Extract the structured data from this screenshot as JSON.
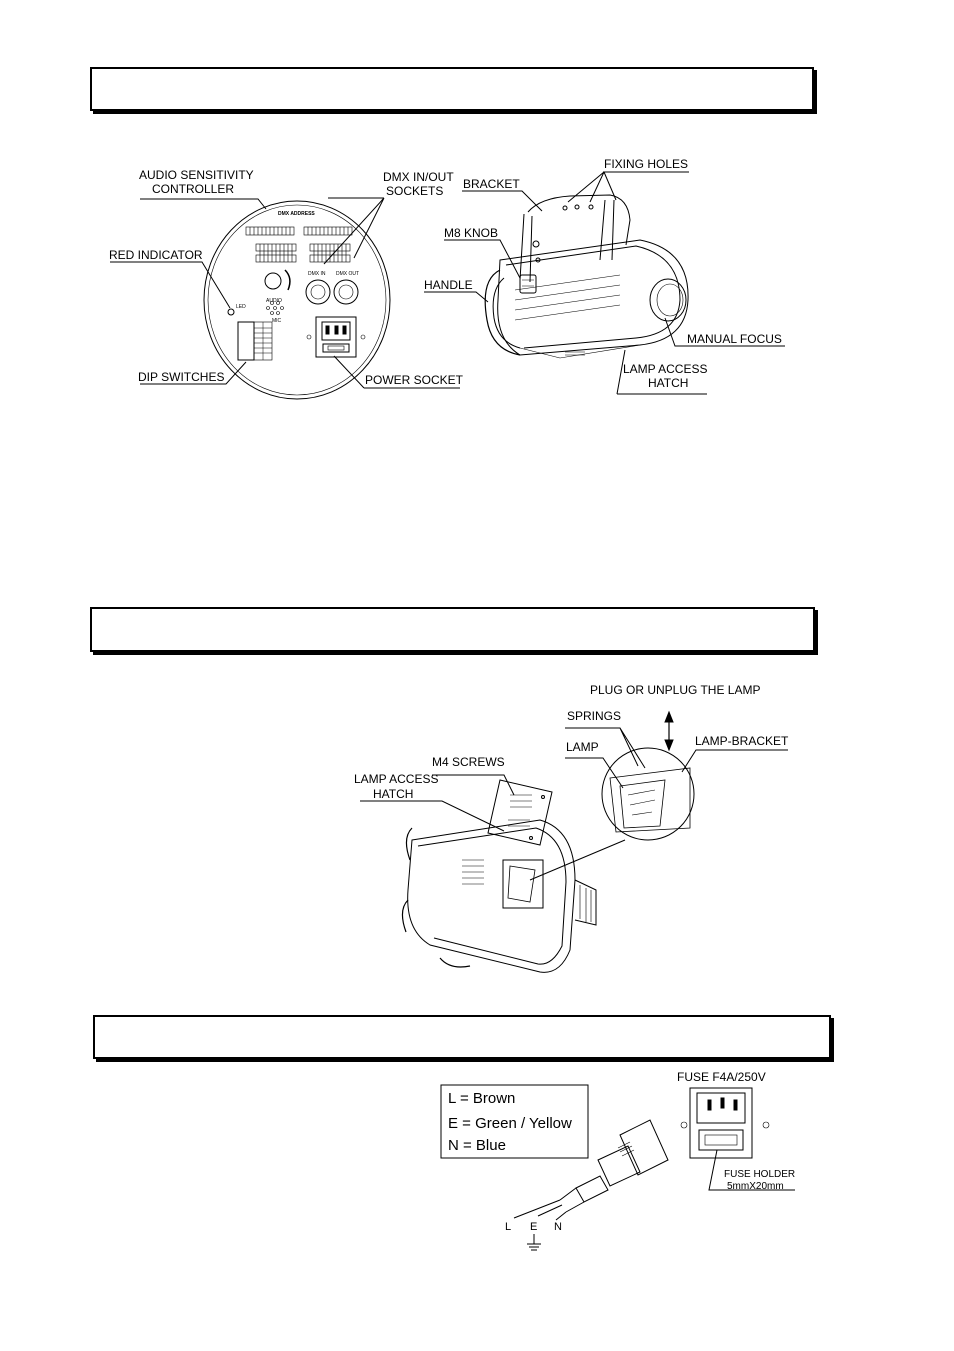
{
  "section1": {
    "labels": {
      "audio_sensitivity_line1": "AUDIO SENSITIVITY",
      "audio_sensitivity_line2": "CONTROLLER",
      "dmx_sockets_line1": "DMX IN/OUT",
      "dmx_sockets_line2": "SOCKETS",
      "red_indicator": "RED INDICATOR",
      "dip_switches": "DIP SWITCHES",
      "power_socket": "POWER SOCKET",
      "fixing_holes": "FIXING HOLES",
      "bracket": "BRACKET",
      "m8_knob": "M8 KNOB",
      "handle": "HANDLE",
      "manual_focus": "MANUAL FOCUS",
      "lamp_access_hatch_line1": "LAMP ACCESS",
      "lamp_access_hatch_line2": "HATCH"
    },
    "panel_text": {
      "dmx_address": "DMX ADDRESS",
      "dmx_in": "DMX IN",
      "dmx_out": "DMX OUT",
      "audio": "AUDIO",
      "led": "LED",
      "mic": "MIC"
    }
  },
  "section2": {
    "labels": {
      "plug_unplug": "PLUG OR UNPLUG THE LAMP",
      "springs": "SPRINGS",
      "lamp": "LAMP",
      "lamp_bracket": "LAMP-BRACKET",
      "m4_screws": "M4 SCREWS",
      "lamp_access_hatch_line1": "LAMP ACCESS",
      "lamp_access_hatch_line2": "HATCH"
    }
  },
  "section3": {
    "legend": {
      "l": "L = Brown",
      "e": "E = Green / Yellow",
      "n": "N = Blue"
    },
    "fuse_rating": "FUSE F4A/250V",
    "fuse_holder_line1": "FUSE HOLDER",
    "fuse_holder_line2": "5mmX20mm",
    "wire_l": "L",
    "wire_e": "E",
    "wire_n": "N"
  }
}
